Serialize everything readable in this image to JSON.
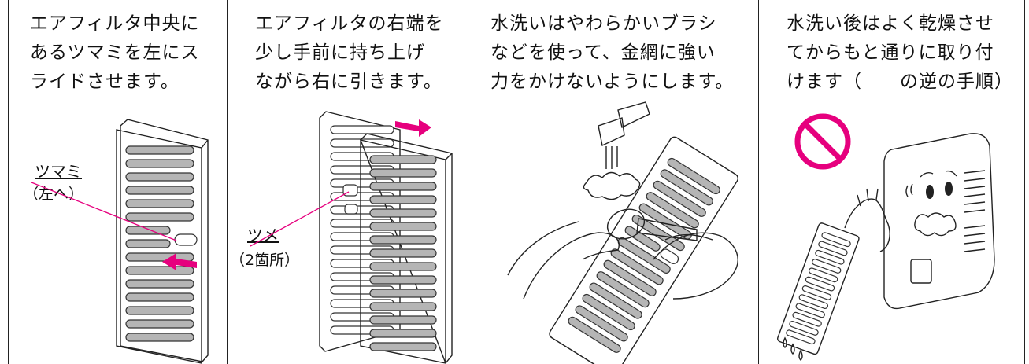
{
  "panels": [
    {
      "lines": [
        "エアフィルタ中央に",
        "あるツマミを左にス",
        "ライドさせます。"
      ],
      "labels": {
        "main": "ツマミ",
        "sub": "（左へ）"
      }
    },
    {
      "lines": [
        "エアフィルタの右端を",
        "少し手前に持ち上げ",
        "ながら右に引きます。"
      ],
      "labels": {
        "main": "ツメ",
        "sub": "（2箇所）"
      }
    },
    {
      "lines": [
        "水洗いはやわらかいブラシ",
        "などを使って、金網に強い",
        "力をかけないようにします。"
      ]
    },
    {
      "lines": [
        "水洗い後はよく乾燥させ",
        "てからもと通りに取り付",
        "けます（　　の逆の手順）"
      ]
    }
  ],
  "colors": {
    "accent": "#e6007e",
    "slot": "#b5b5b5",
    "line": "#222222"
  },
  "icons": [
    "filter-panel-icon",
    "slide-arrow-icon",
    "faucet-icon",
    "brush-icon",
    "prohibited-icon",
    "sad-unit-icon"
  ]
}
